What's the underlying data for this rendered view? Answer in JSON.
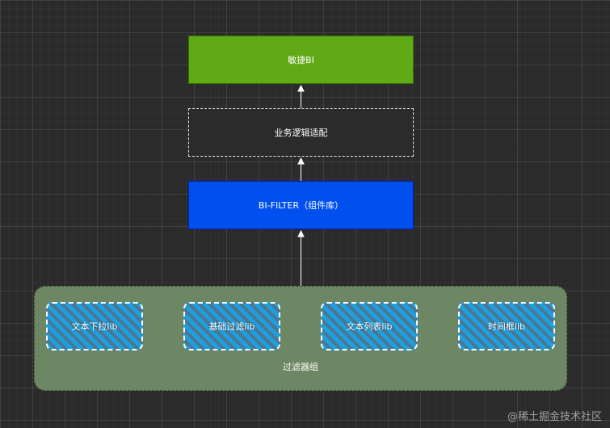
{
  "nodes": {
    "top": "敏捷BI",
    "middle": "业务逻辑适配",
    "library": "BI-FILTER（组件库）"
  },
  "group": {
    "label": "过滤器组",
    "items": [
      "文本下拉lib",
      "基础过滤lib",
      "文本列表lib",
      "时间框lib"
    ]
  },
  "watermark": "@稀土掘金技术社区",
  "colors": {
    "top": "#60a917",
    "library": "#0050ef",
    "group": "#6d8764",
    "item": "#1ba1e2"
  }
}
